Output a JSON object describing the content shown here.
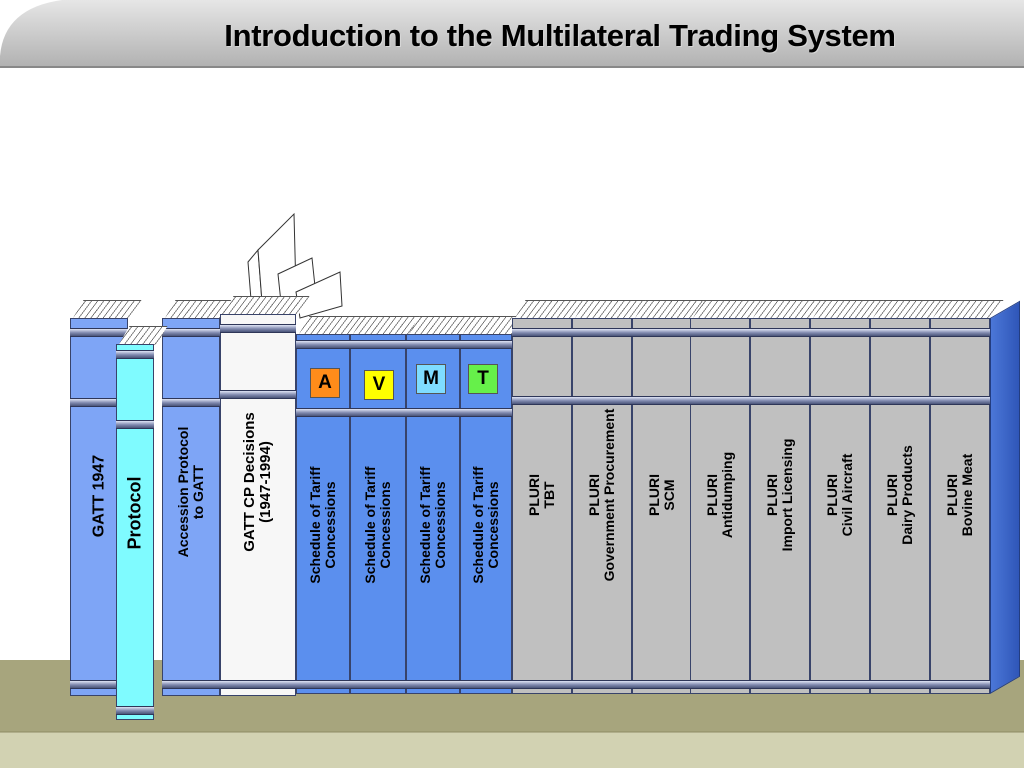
{
  "title": "Introduction to the Multilateral Trading System",
  "books": {
    "gatt1947": "GATT 1947",
    "protocol": "Protocol",
    "accession": [
      "Accession Protocol",
      "to GATT"
    ],
    "decisions": [
      "GATT CP Decisions",
      "(1947-1994)"
    ],
    "schedules": [
      {
        "tag": "A",
        "lines": [
          "Schedule of Tariff",
          "Concessions"
        ]
      },
      {
        "tag": "V",
        "lines": [
          "Schedule of Tariff",
          "Concessions"
        ]
      },
      {
        "tag": "M",
        "lines": [
          "Schedule of Tariff",
          "Concessions"
        ]
      },
      {
        "tag": "T",
        "lines": [
          "Schedule of Tariff",
          "Concessions"
        ]
      }
    ],
    "pluri": [
      [
        "PLURI",
        "TBT"
      ],
      [
        "PLURI",
        "Government Procurement"
      ],
      [
        "PLURI",
        "SCM"
      ],
      [
        "PLURI",
        "Antidumping"
      ],
      [
        "PLURI",
        "Import Licensing"
      ],
      [
        "PLURI",
        "Civil Aircraft"
      ],
      [
        "PLURI",
        "Dairy Products"
      ],
      [
        "PLURI",
        "Bovine Meat"
      ]
    ]
  },
  "colors": {
    "blue_book": "#7ea5f6",
    "schedule_book": "#5b8fee",
    "protocol_book": "#7ffbff",
    "decisions_book": "#f7f7f7",
    "pluri_book": "#c0c0c0",
    "shelf": "#a7a57d",
    "tag_A": "#ff8c1a",
    "tag_V": "#ffff00",
    "tag_M": "#7fdcff",
    "tag_T": "#66f04a"
  }
}
